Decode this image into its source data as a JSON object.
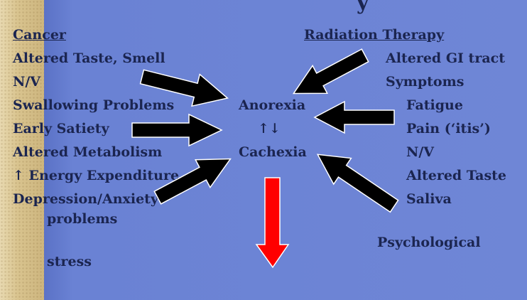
{
  "title_fragment": "y",
  "left": {
    "header": "Cancer",
    "items": [
      "Altered Taste, Smell",
      "N/V",
      "Swallowing Problems",
      "Early Satiety",
      "Altered Metabolism",
      "↑ Energy Expenditure",
      "Depression/Anxiety"
    ],
    "continuation": "problems",
    "extra": "stress"
  },
  "center": {
    "top": "Anorexia",
    "arrows": "↑↓",
    "bottom": "Cachexia"
  },
  "right": {
    "header": "Radiation Therapy",
    "items": [
      "Altered GI tract",
      "Symptoms",
      "Fatigue",
      "Pain (‘itis’)",
      "N/V",
      "Altered Taste",
      "Saliva"
    ],
    "extra": "Psychological"
  },
  "colors": {
    "background": "#6f86d6",
    "text": "#1b2550",
    "arrow": "#000000",
    "result_arrow": "#ff0000"
  }
}
